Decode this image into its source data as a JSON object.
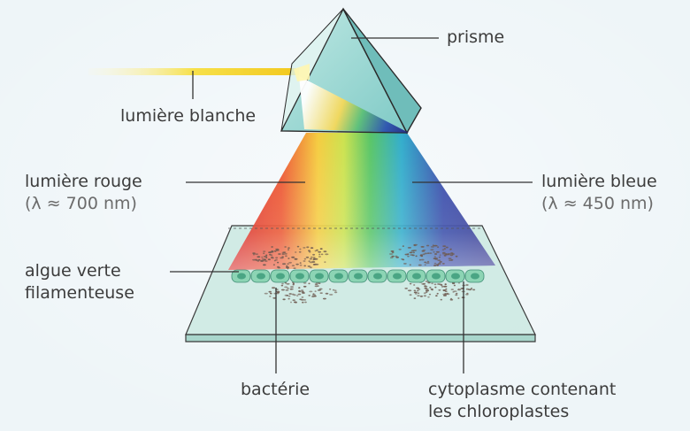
{
  "labels": {
    "prism": "prisme",
    "white_light": "lumière blanche",
    "red_light": "lumière rouge",
    "red_wavelength": "(λ ≈ 700 nm)",
    "blue_light": "lumière bleue",
    "blue_wavelength": "(λ ≈ 450 nm)",
    "alga_line1": "algue verte",
    "alga_line2": "filamenteuse",
    "bacterium": "bactérie",
    "cytoplasm_line1": "cytoplasme contenant",
    "cytoplasm_line2": "les chloroplastes"
  },
  "colors": {
    "background": "#eef5f8",
    "label_text": "#3c3c3c",
    "leader_line": "#333333",
    "prism_glass": "#8fd3cf",
    "slide_glass": "#cde9e2",
    "alga_cell": "#8cd4b4",
    "bacteria": "#6e5a50",
    "spectrum": [
      "#d9201e",
      "#f07820",
      "#f5e33a",
      "#4cc15a",
      "#22a7c8",
      "#2a3ea4",
      "#2a2a8a"
    ]
  }
}
